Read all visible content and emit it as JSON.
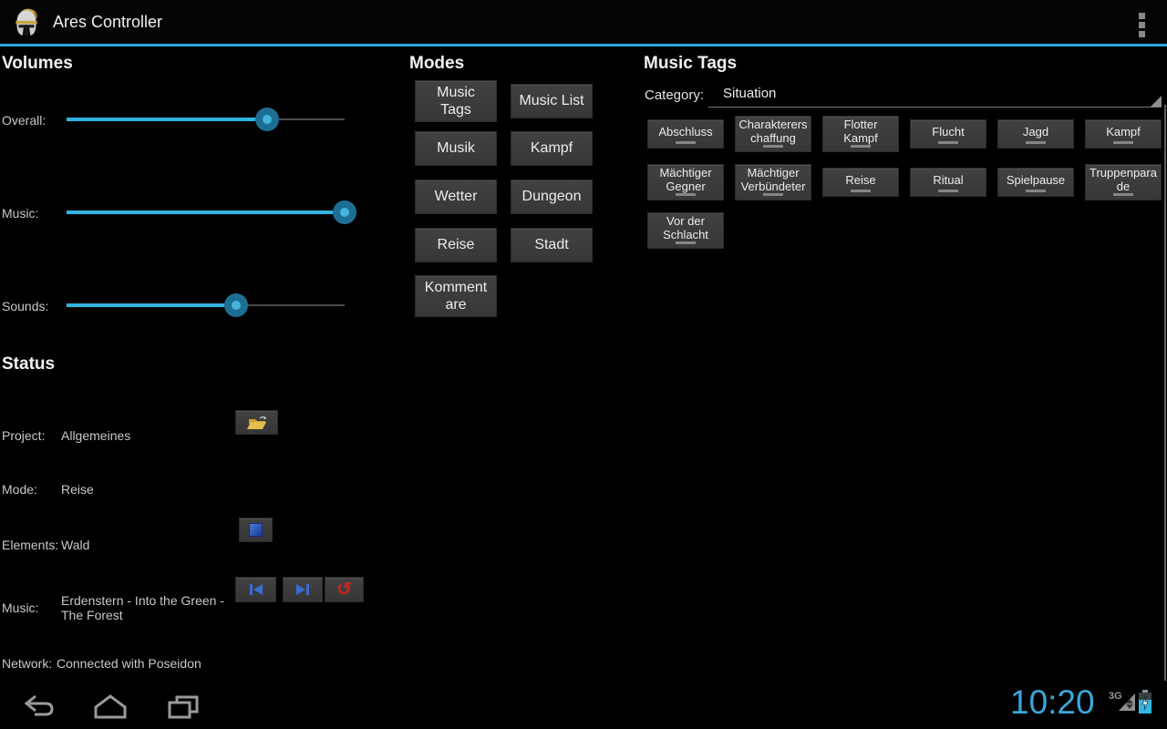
{
  "app": {
    "title": "Ares Controller",
    "accent_color": "#33b5e5"
  },
  "volumes": {
    "header": "Volumes",
    "sliders": [
      {
        "label": "Overall:",
        "value_pct": 72
      },
      {
        "label": "Music:",
        "value_pct": 100
      },
      {
        "label": "Sounds:",
        "value_pct": 61
      }
    ]
  },
  "modes": {
    "header": "Modes",
    "buttons": [
      "Music Tags",
      "Music List",
      "Musik",
      "Kampf",
      "Wetter",
      "Dungeon",
      "Reise",
      "Stadt",
      "Kommentare"
    ]
  },
  "music_tags": {
    "header": "Music Tags",
    "category_label": "Category:",
    "category_value": "Situation",
    "tags": [
      "Abschluss",
      "Charaktererschaffung",
      "Flotter Kampf",
      "Flucht",
      "Jagd",
      "Kampf",
      "Mächtiger Gegner",
      "Mächtiger Verbündeter",
      "Reise",
      "Ritual",
      "Spielpause",
      "Truppenparade",
      "Vor der Schlacht"
    ]
  },
  "status": {
    "header": "Status",
    "rows": [
      {
        "label": "Project:",
        "value": "Allgemeines"
      },
      {
        "label": "Mode:",
        "value": "Reise"
      },
      {
        "label": "Elements:",
        "value": "Wald"
      },
      {
        "label": "Music:",
        "value": "Erdenstern - Into the Green - The Forest"
      },
      {
        "label": "Network:",
        "value": "Connected with Poseidon"
      }
    ],
    "icons": {
      "open_project": "folder-open-icon",
      "stop_elements": "stop-icon",
      "previous_track": "skip-previous-icon",
      "next_track": "skip-next-icon",
      "repeat": "repeat-icon",
      "repeat_glyph": "↺"
    }
  },
  "system_bar": {
    "clock": "10:20",
    "network_type": "3G",
    "clock_color": "#3aa7d9"
  }
}
